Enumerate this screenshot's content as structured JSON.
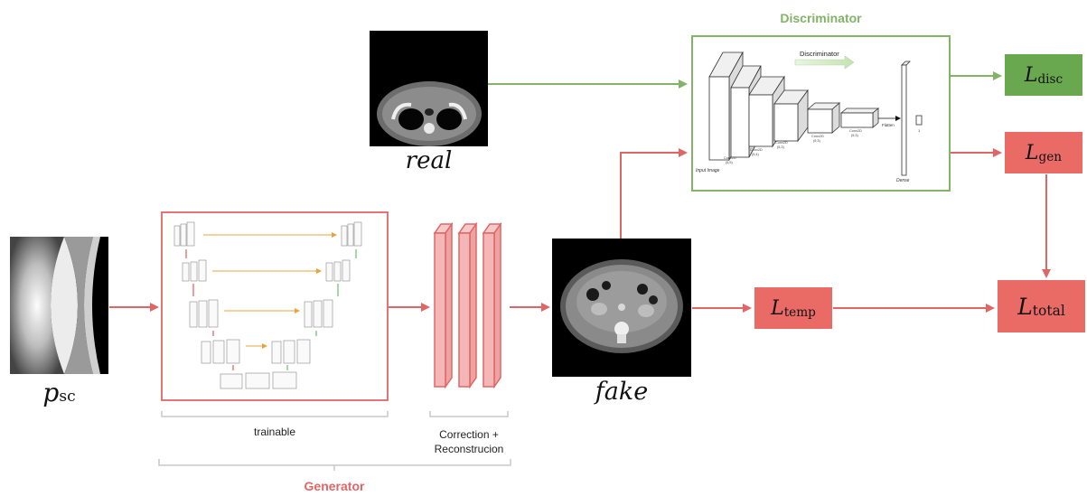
{
  "inputs": {
    "real_label": "real",
    "fake_label": "fake",
    "psc_main": "p",
    "psc_sub": "sc"
  },
  "generator": {
    "title": "Generator",
    "trainable_label": "trainable",
    "correction_line1": "Correction +",
    "correction_line2": "Reconstrucion"
  },
  "discriminator": {
    "title": "Discriminator",
    "inner_arrow_label": "Discriminator",
    "input_label": "Input Image",
    "flatten_label": "Flatten",
    "dense_label": "Dense",
    "output_label": "1",
    "conv_label": "Conv2D",
    "conv_shapes": [
      "(5,5)",
      "(5,4)",
      "(5,3)",
      "(5,3)",
      "(5,3)"
    ]
  },
  "losses": {
    "disc": {
      "symbol": "L",
      "sub": "disc"
    },
    "gen": {
      "symbol": "L",
      "sub": "gen"
    },
    "temp": {
      "symbol": "L",
      "sub": "temp"
    },
    "total": {
      "symbol": "L",
      "sub": "total"
    }
  },
  "colors": {
    "green": "#82b366",
    "green_fill": "#6aa84f",
    "red": "#e06666",
    "red_fill": "#ea6b66",
    "pink": "#f4b6b6",
    "gray": "#b7b7b7"
  }
}
